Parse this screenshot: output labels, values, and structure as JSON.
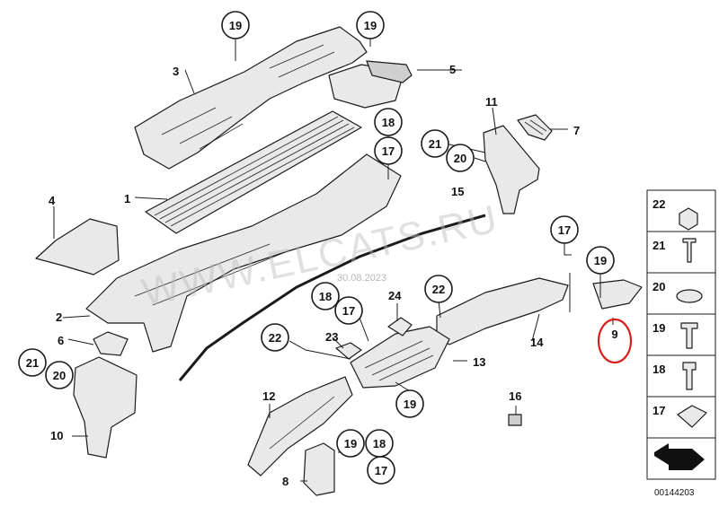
{
  "callouts": [
    {
      "label": "19"
    },
    {
      "label": "19"
    },
    {
      "label": "18"
    },
    {
      "label": "17"
    },
    {
      "label": "21"
    },
    {
      "label": "20"
    },
    {
      "label": "17"
    },
    {
      "label": "19"
    },
    {
      "label": "18"
    },
    {
      "label": "17"
    },
    {
      "label": "22"
    },
    {
      "label": "22"
    },
    {
      "label": "21"
    },
    {
      "label": "20"
    },
    {
      "label": "19"
    },
    {
      "label": "19"
    },
    {
      "label": "18"
    },
    {
      "label": "17"
    }
  ],
  "labels": [
    {
      "label": "3"
    },
    {
      "label": "5"
    },
    {
      "label": "11"
    },
    {
      "label": "7"
    },
    {
      "label": "1"
    },
    {
      "label": "4"
    },
    {
      "label": "15"
    },
    {
      "label": "2"
    },
    {
      "label": "6"
    },
    {
      "label": "24"
    },
    {
      "label": "23"
    },
    {
      "label": "14"
    },
    {
      "label": "13"
    },
    {
      "label": "12"
    },
    {
      "label": "16"
    },
    {
      "label": "10"
    },
    {
      "label": "8"
    }
  ],
  "highlight": {
    "label": "9"
  },
  "legend": {
    "items": [
      {
        "label": "22"
      },
      {
        "label": "21"
      },
      {
        "label": "20"
      },
      {
        "label": "19"
      },
      {
        "label": "18"
      },
      {
        "label": "17"
      },
      {
        "label": ""
      }
    ],
    "code": "00144203"
  },
  "watermark": {
    "text": "WWW.ELCATS.RU",
    "date": "30.08.2023"
  },
  "colors": {
    "highlight": "#d81e1e",
    "line": "#1b1b1b",
    "fill": "#e9e9e9"
  }
}
